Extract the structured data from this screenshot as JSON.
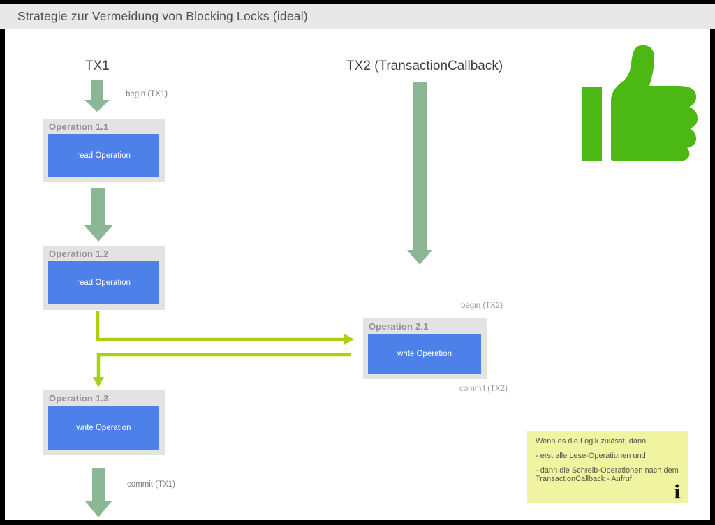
{
  "header": {
    "title": "Strategie zur Vermeidung von Blocking Locks (ideal)"
  },
  "colors": {
    "titlebar_bg": "#e8e8e8",
    "canvas_bg": "#ffffff",
    "frame_border": "#000000",
    "sage_arrow": "#8bb795",
    "chartreuse_arrow": "#aad00e",
    "thumb_green": "#4cb813",
    "op_box_outer": "#e3e3e3",
    "op_box_inner": "#4e80ea",
    "note_bg": "#f0f4a0"
  },
  "tx1": {
    "heading": "TX1",
    "begin_label": "begin (TX1)",
    "commit_label": "commit (TX1)",
    "operations": [
      {
        "title": "Operation 1.1",
        "body": "read Operation"
      },
      {
        "title": "Operation 1.2",
        "body": "read Operation"
      },
      {
        "title": "Operation 1.3",
        "body": "write Operation"
      }
    ]
  },
  "tx2": {
    "heading": "TX2 (TransactionCallback)",
    "begin_label": "begin (TX2)",
    "commit_label": "commit (TX2)",
    "operations": [
      {
        "title": "Operation 2.1",
        "body": "write Operation"
      }
    ]
  },
  "note": {
    "paragraphs": [
      "Wenn es die Logik zulässt, dann",
      "- erst alle Lese-Operationen und",
      "- dann die Schreib-Operationen nach dem TransactionCallback - Aufruf"
    ],
    "info_glyph": "i"
  }
}
